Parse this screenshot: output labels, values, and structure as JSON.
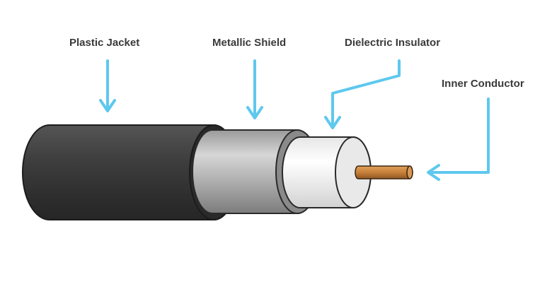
{
  "labels": {
    "plastic_jacket": "Plastic Jacket",
    "metallic_shield": "Metallic Shield",
    "dielectric_insulator": "Dielectric Insulator",
    "inner_conductor": "Inner Conductor"
  },
  "colors": {
    "arrow": "#5ec8ee",
    "jacket": "#3d3d3d",
    "shield": "#b9b9b9",
    "insulator": "#f2f2f2",
    "conductor": "#c8803a",
    "label_text": "#3a3a3a"
  }
}
